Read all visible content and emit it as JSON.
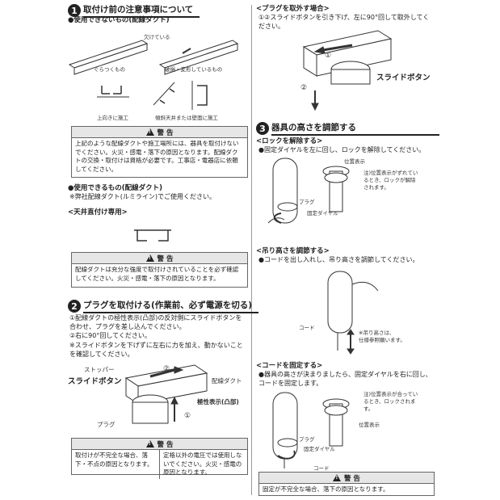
{
  "left": {
    "s1": {
      "num": "1",
      "title": "取付け前の注意事項について",
      "unusable_head": "●使用できないもの(配線ダクト)",
      "captions": {
        "chipped": "欠けている",
        "wobbly": "ぐらつくもの",
        "damaged": "破損・変形しているもの",
        "upward": "上向きに施工",
        "slanted": "傾斜天井または壁面に施工"
      },
      "warning1": {
        "title": "警 告",
        "body": "上記のような配線ダクトや施工場所には、器具を取付けないでください。火災・感電・落下の原因となります。配線ダクトの交換・取付けは資格が必要です。工事店・電器店に依頼してください。"
      },
      "usable_head": "●使用できるもの(配線ダクト)",
      "usable_note": "※弊社配線ダクト(ルミライン)でご使用ください。",
      "ceiling_head": "<天井直付け専用>",
      "warning2": {
        "title": "警 告",
        "body": "配線ダクトは充分な強度で取付けされていることを必ず確認してください。火災・感電・落下の原因となります。"
      }
    },
    "s2": {
      "num": "2",
      "title": "プラグを取付ける(作業前、必ず電源を切る)",
      "steps": "①配線ダクトの極性表示(凸部)の反対側にスライドボタンを合わせ、プラグを差し込んでください。\n②右に90°回してください。",
      "note": "※スライドボタンを下げずに左右に力を加え、動かないことを確認してください。",
      "labels": {
        "stopper": "ストッパー",
        "slide": "スライドボタン",
        "duct": "配線ダクト",
        "polarity": "極性表示(凸部)",
        "plug": "プラグ",
        "n1": "①",
        "n2": "②"
      },
      "warning": {
        "title": "警 告",
        "body_left": "取付けが不完全な場合、落下・不点の原因となります。",
        "body_right": "定格以外の電圧では使用しないでください。火災・感電の原因となります。"
      }
    }
  },
  "right": {
    "remove": {
      "head": "<プラグを取外す場合>",
      "text": "①②スライドボタンを引き下げ、左に90°回して取外してください。",
      "slide": "スライドボタン",
      "n1": "①",
      "n2": "②"
    },
    "s3": {
      "num": "3",
      "title": "器具の高さを調節する",
      "unlock": {
        "head": "<ロックを解除する>",
        "text": "●固定ダイヤルを左に回し、ロックを解除してください。",
        "pos": "位置表示",
        "note": "注)位置表示がずれているとき、ロックが解除されます。",
        "plug": "プラグ",
        "dial": "固定ダイヤル"
      },
      "adjust": {
        "head": "<吊り高さを調節する>",
        "text": "●コードを出し入れし、吊り高さを調節してください。",
        "cord": "コード",
        "note": "※吊り高さは、\n仕様参照願います。"
      },
      "fix": {
        "head": "<コードを固定する>",
        "text": "●器具の高さが決まりましたら、固定ダイヤルを右に回し、コードを固定します。",
        "note": "注)位置表示が合っているとき、ロックされます。",
        "pos": "位置表示",
        "plug": "プラグ",
        "dial": "固定ダイヤル",
        "cord": "コード"
      },
      "warning": {
        "title": "警 告",
        "body": "固定が不完全な場合、落下の原因となります。"
      }
    }
  }
}
